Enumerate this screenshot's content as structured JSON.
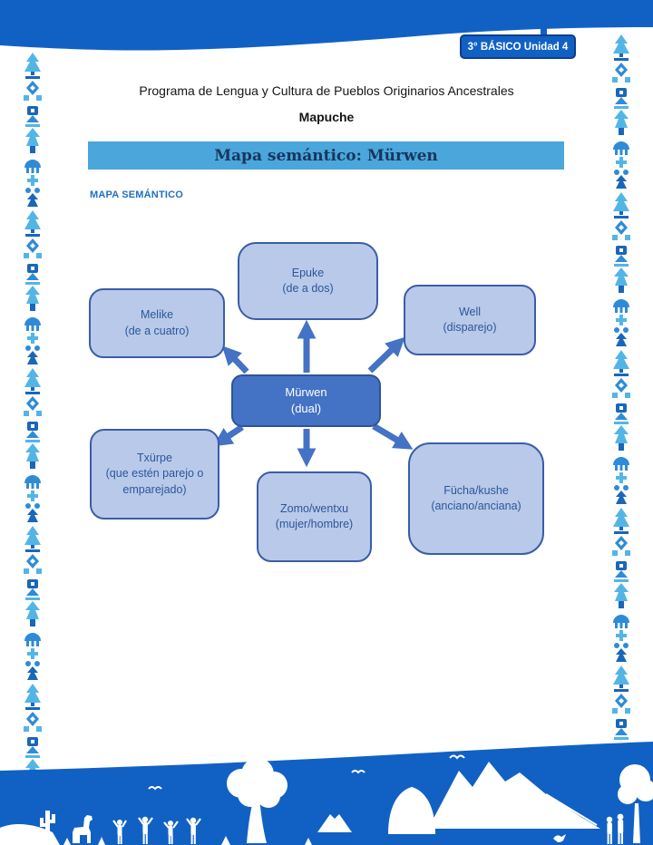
{
  "header": {
    "badge": "3° BÁSICO Unidad 4",
    "program": "Programa de Lengua y Cultura de Pueblos Originarios Ancestrales",
    "subtitle": "Mapuche",
    "banner": "Mapa semántico: Mürwen",
    "section_label": "MAPA SEMÁNTICO"
  },
  "diagram": {
    "center": {
      "id": "murwen",
      "title": "Mürwen",
      "subtitle": "(dual)"
    },
    "nodes": [
      {
        "id": "epuke",
        "title": "Epuke",
        "subtitle": "(de a dos)"
      },
      {
        "id": "well",
        "title": "Well",
        "subtitle": "(disparejo)"
      },
      {
        "id": "melike",
        "title": "Melike",
        "subtitle": "(de a cuatro)"
      },
      {
        "id": "txurpe",
        "title": "Txürpe",
        "subtitle": "(que estén parejo o emparejado)"
      },
      {
        "id": "zomo_wentxu",
        "title": "Zomo/wentxu",
        "subtitle": "(mujer/hombre)"
      },
      {
        "id": "fucha_kushe",
        "title": "Fücha/kushe",
        "subtitle": "(anciano/anciana)"
      }
    ],
    "edges": [
      {
        "from": "murwen",
        "to": "epuke"
      },
      {
        "from": "murwen",
        "to": "well"
      },
      {
        "from": "murwen",
        "to": "melike"
      },
      {
        "from": "murwen",
        "to": "txurpe"
      },
      {
        "from": "murwen",
        "to": "zomo_wentxu"
      },
      {
        "from": "murwen",
        "to": "fucha_kushe"
      }
    ]
  },
  "decorations": {
    "top": "blue-wave-band",
    "left_border": "mapuche-totem-pattern-strip",
    "right_border": "mapuche-totem-pattern-strip",
    "bottom": "landscape-silhouette (cactus, llama, people, tree, ruka, mountains, birds)"
  },
  "colors": {
    "wave_blue": "#1161c4",
    "badge_border": "#0b3e8c",
    "banner_bg": "#4ba6db",
    "banner_text": "#17365d",
    "section_label_text": "#1f6fc5",
    "node_fill": "#b9c9e9",
    "node_border": "#3a5da8",
    "node_text": "#2b579a",
    "center_fill": "#4472c4",
    "center_border": "#2f5496",
    "center_text": "#ffffff",
    "arrow": "#4472c4",
    "ornament_light": "#53b5e6",
    "ornament_mid": "#2f8bd6",
    "ornament_dark": "#1a66b8"
  }
}
